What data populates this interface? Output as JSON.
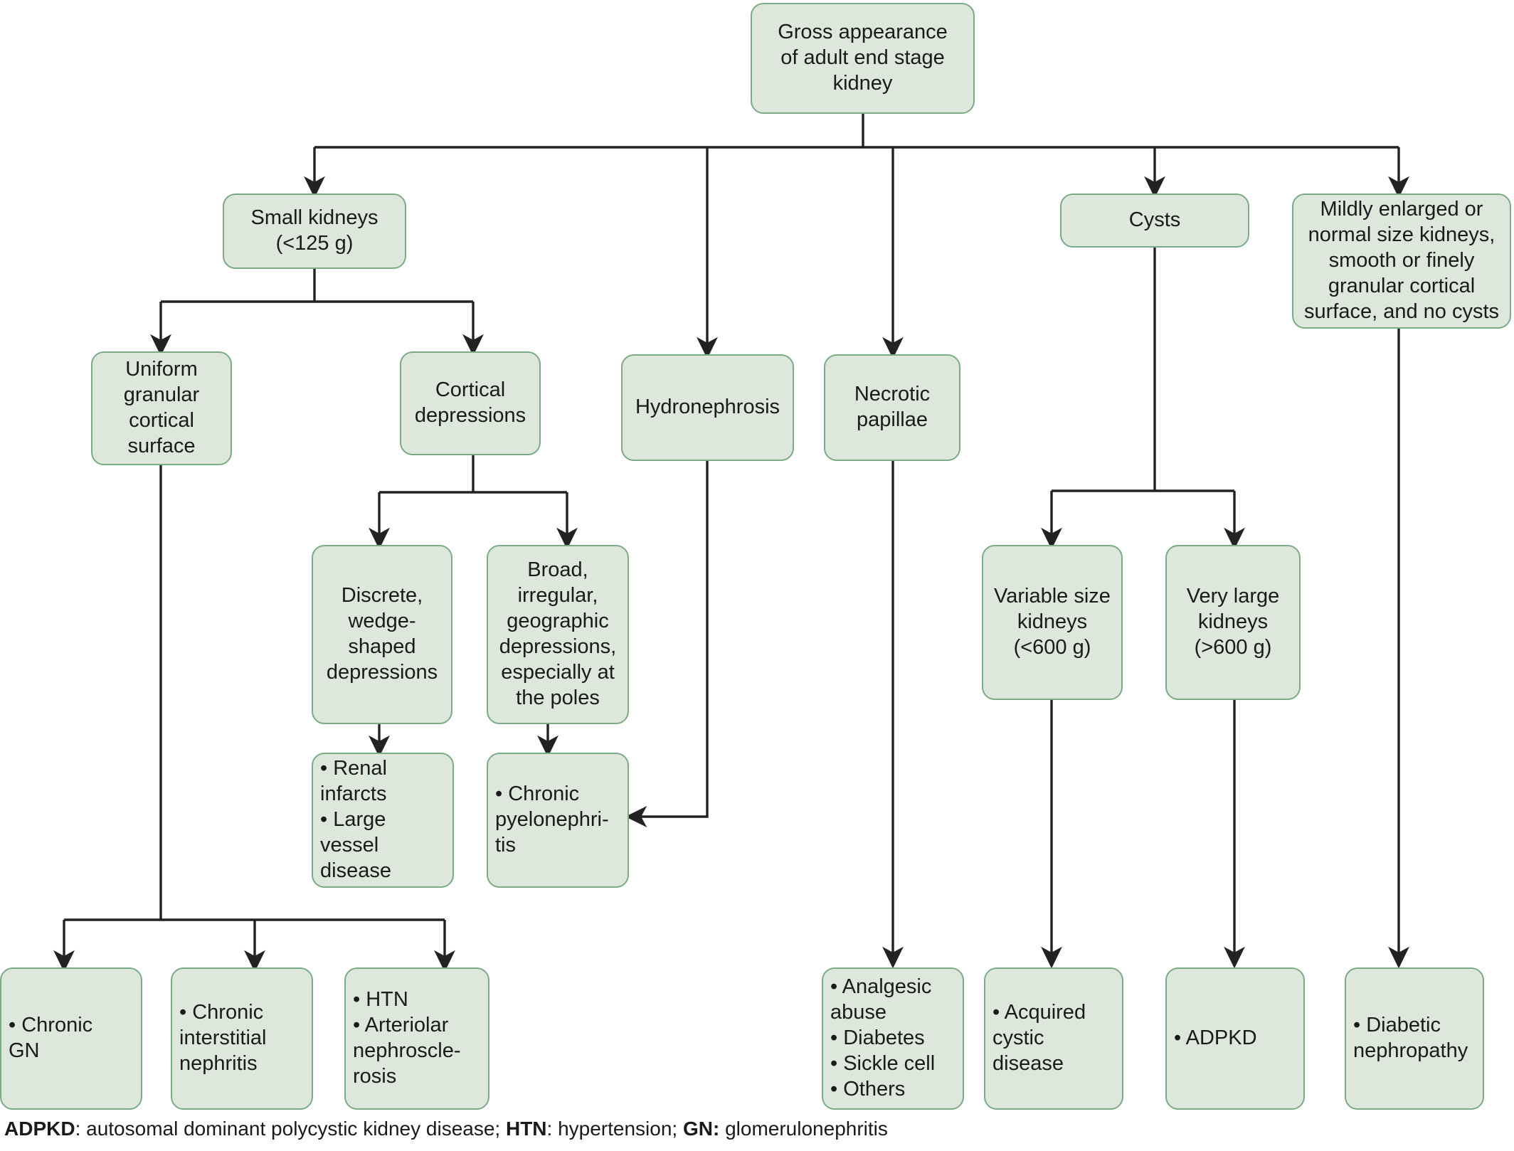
{
  "diagram": {
    "title": "Gross appearance of adult end stage kidney",
    "accent_color": "#7aab86",
    "node_fill": "#dde7dc",
    "line_color": "#222222",
    "nodes": {
      "root": "Gross appearance\nof adult end stage\nkidney",
      "small_kidneys": "Small kidneys\n(<125 g)",
      "hydronephrosis": "Hydronephrosis",
      "necrotic_papillae": "Necrotic\npapillae",
      "cysts": "Cysts",
      "mildly_enlarged": "Mildly enlarged or\nnormal size kidneys,\nsmooth or finely\ngranular cortical\nsurface, and no cysts",
      "uniform_granular": "Uniform\ngranular\ncortical\nsurface",
      "cortical_depressions": "Cortical\ndepressions",
      "discrete_wedge": "Discrete,\nwedge-\nshaped\ndepressions",
      "broad_irregular": "Broad,\nirregular,\ngeographic\ndepressions,\nespecially at\nthe poles",
      "variable_size": "Variable size\nkidneys\n(<600 g)",
      "very_large": "Very large\nkidneys\n(>600 g)",
      "renal_infarcts": "• Renal\n   infarcts\n• Large vessel\n   disease",
      "chronic_pyelonephritis": "• Chronic\n   pyelonephri-\n   tis",
      "chronic_gn": "• Chronic\n   GN",
      "chronic_interstitial": "• Chronic\n   interstitial\n   nephritis",
      "htn_arteriolar": "• HTN\n• Arteriolar\n   nephroscle-\n   rosis",
      "analgesic_abuse": "• Analgesic\n   abuse\n• Diabetes\n• Sickle cell\n• Others",
      "acquired_cystic": "• Acquired\n   cystic\n   disease",
      "adpkd": "• ADPKD",
      "diabetic_nephropathy": "• Diabetic\n   nephropathy"
    },
    "footnote": {
      "abbr1": "ADPKD",
      "text1": ": autosomal dominant polycystic kidney disease; ",
      "abbr2": "HTN",
      "text2": ": hypertension; ",
      "abbr3": "GN:",
      "text3": " glomerulonephritis"
    }
  }
}
